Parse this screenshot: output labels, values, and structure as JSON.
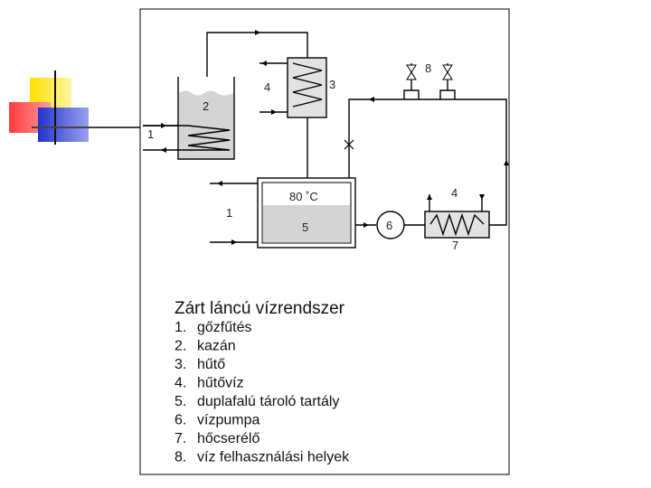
{
  "diagram": {
    "labels": {
      "steam_in": "1",
      "boiler": "2",
      "cooler": "3",
      "cooling_water_top": "4",
      "user_points": "8",
      "tank_temp": "80 ˚C",
      "heating_left": "1",
      "tank": "5",
      "pump": "6",
      "cooling_water_right": "4",
      "exchanger": "7"
    }
  },
  "legend": {
    "title": "Zárt láncú vízrendszer",
    "items": [
      {
        "num": "1.",
        "text": "gőzfűtés"
      },
      {
        "num": "2.",
        "text": "kazán"
      },
      {
        "num": "3.",
        "text": "hűtő"
      },
      {
        "num": "4.",
        "text": "hűtővíz"
      },
      {
        "num": "5.",
        "text": "duplafalú tároló tartály"
      },
      {
        "num": "6.",
        "text": "vízpumpa"
      },
      {
        "num": "7.",
        "text": "hőcserélő"
      },
      {
        "num": "8.",
        "text": "víz felhasználási helyek"
      }
    ]
  },
  "colors": {
    "deco_yellow": "#ffe000",
    "deco_red": "#ff3b3b",
    "deco_blue": "#2233cc",
    "liquid": "#d4d4d4",
    "frame": "#000000"
  }
}
